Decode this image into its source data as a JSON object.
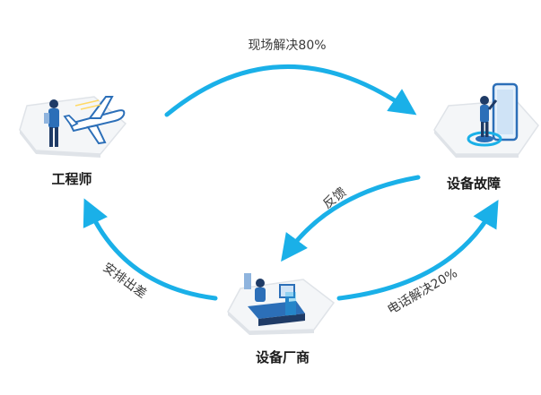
{
  "nodes": {
    "engineer": {
      "label": "工程师"
    },
    "equipment_fault": {
      "label": "设备故障"
    },
    "manufacturer": {
      "label": "设备厂商"
    }
  },
  "edges": {
    "onsite": {
      "label": "现场解决80%"
    },
    "feedback": {
      "label": "反馈"
    },
    "phone": {
      "label": "电话解决20%"
    },
    "dispatch": {
      "label": "安排出差"
    }
  },
  "colors": {
    "arrow": "#1ab0e8",
    "platform_top": "#f4f6f8",
    "platform_side": "#dfe3e8",
    "figure_blue": "#2c6fb8",
    "figure_dark": "#1f3b66"
  }
}
